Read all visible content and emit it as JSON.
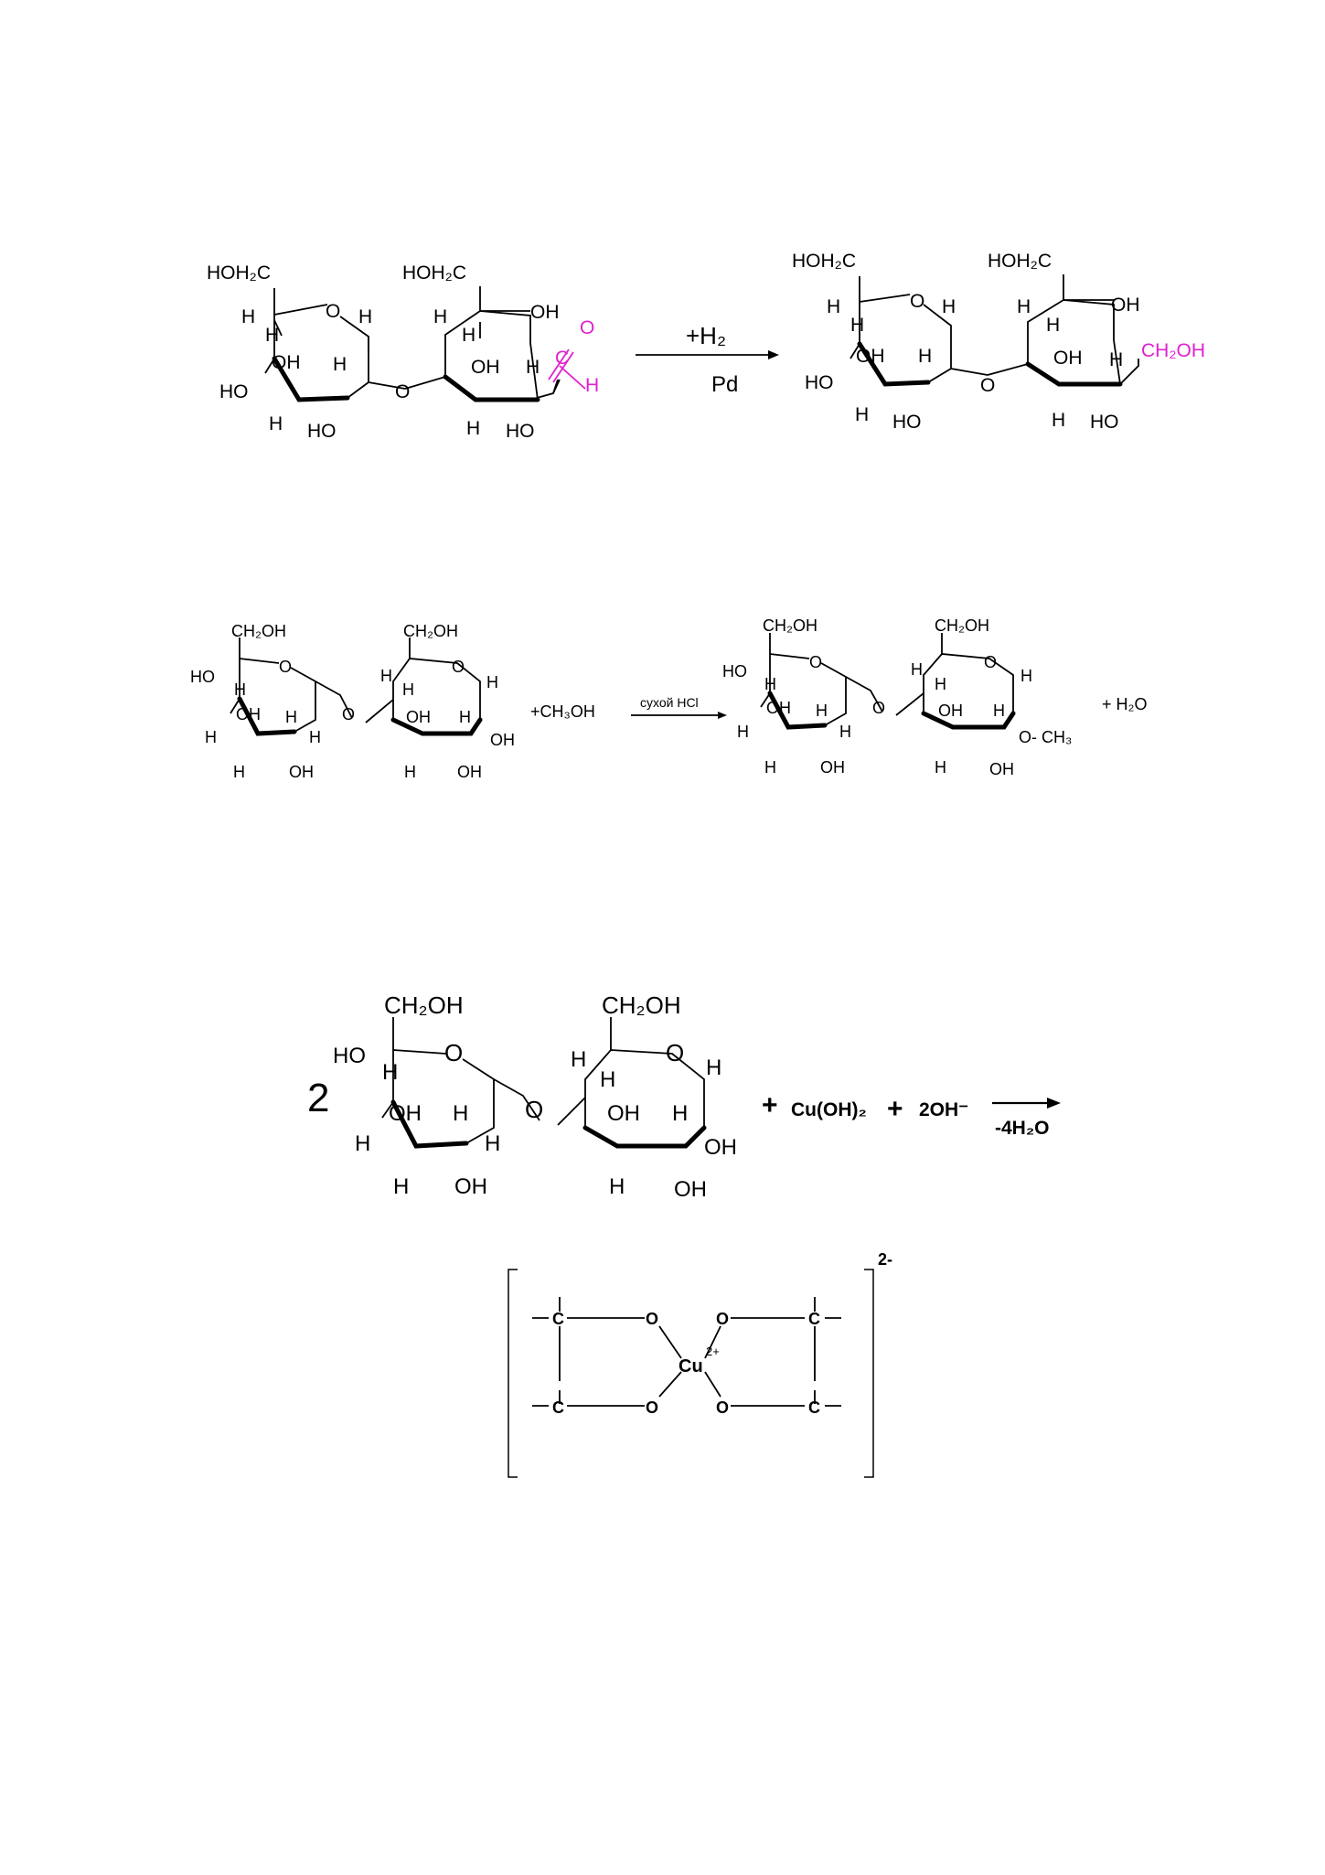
{
  "reaction1": {
    "reactant": {
      "hoh2c_1": "HOH₂C",
      "hoh2c_2": "HOH₂C",
      "ring_o": "O",
      "link_o": "O",
      "oh_chain": "OH",
      "oh_r1": "OH",
      "oh_r2": "OH",
      "ho_1": "HO",
      "ho_2": "HO",
      "ho_3": "HO",
      "h": "H",
      "aldehyde_c": "C",
      "aldehyde_o": "O",
      "aldehyde_h": "H"
    },
    "reagent": "+H₂",
    "catalyst": "Pd",
    "product": {
      "hoh2c_1": "HOH₂C",
      "hoh2c_2": "HOH₂C",
      "ring_o": "O",
      "link_o": "O",
      "oh_chain": "OH",
      "oh_r1": "OH",
      "oh_r2": "OH",
      "ho_1": "HO",
      "ho_2": "HO",
      "ho_3": "HO",
      "h": "H",
      "ch2oh": "CH₂OH"
    }
  },
  "reaction2": {
    "ch2oh": "CH₂OH",
    "ring_o": "O",
    "link_o": "O",
    "ho": "HO",
    "oh": "OH",
    "h": "H",
    "reagent": "+CH₃OH",
    "condition": "сухой HCl",
    "methoxy": "O- CH₃",
    "byproduct": "+ H₂O"
  },
  "reaction3": {
    "coefficient": "2",
    "ch2oh": "CH₂OH",
    "ring_o": "O",
    "link_o": "O",
    "ho": "HO",
    "oh": "OH",
    "h": "H",
    "plus1": "+",
    "reagent1": "Cu(OH)₂",
    "plus2": "+",
    "reagent2": "2OH⁻",
    "condition": "-4H₂O"
  },
  "complex": {
    "carbon": "C",
    "oxygen": "O",
    "copper": "Cu",
    "copper_charge": "2+",
    "charge": "2-"
  },
  "colors": {
    "highlight": "#e020d0",
    "ink": "#000000"
  }
}
